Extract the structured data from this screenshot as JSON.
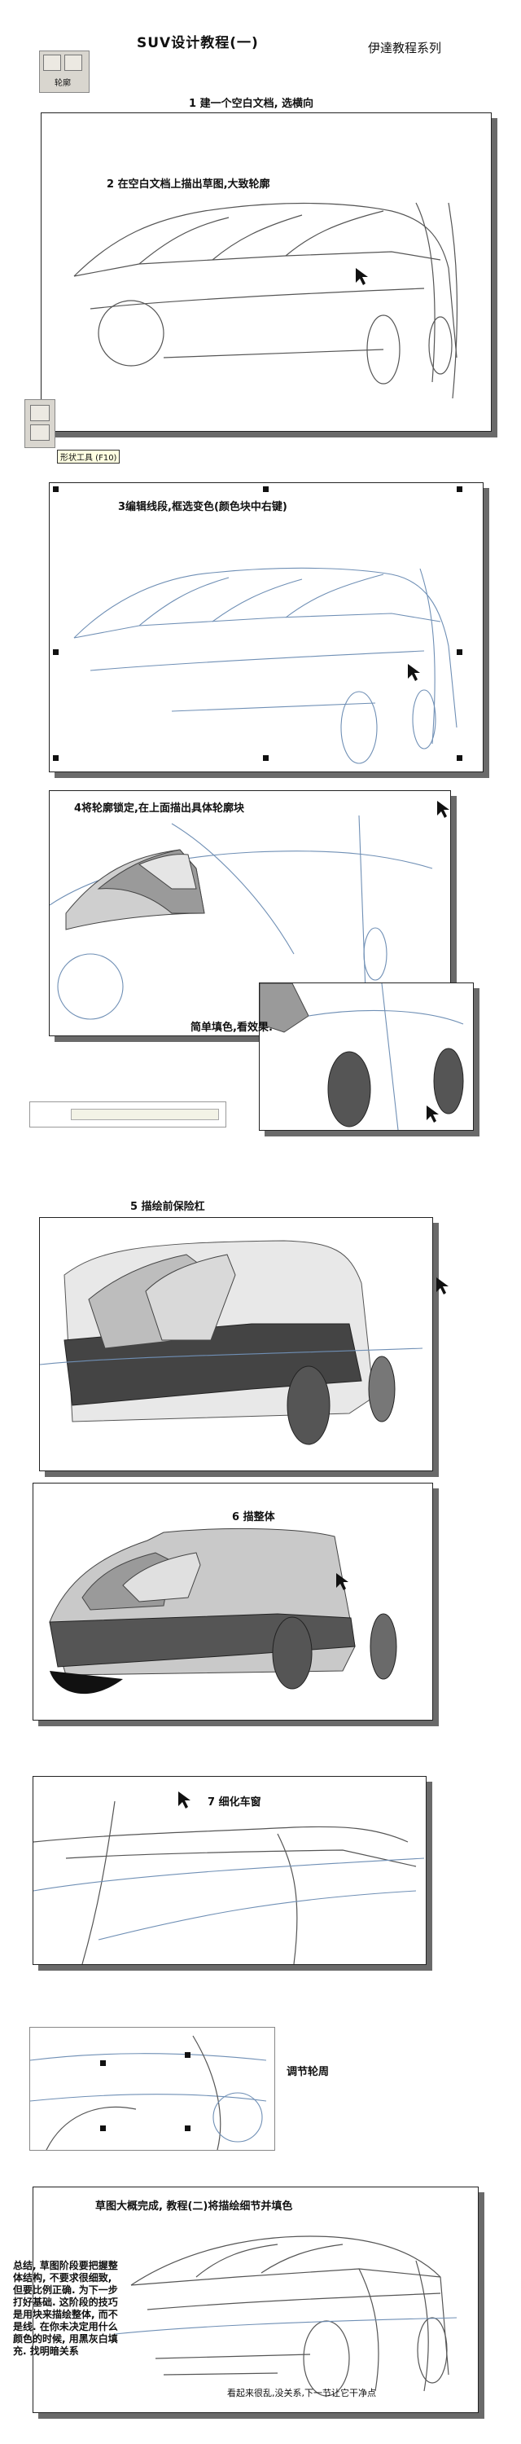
{
  "header": {
    "title": "SUV设计教程(一)",
    "series": "伊達教程系列"
  },
  "toolbar": {
    "label": "轮廓"
  },
  "steps": {
    "s1": "1  建一个空白文档, 选横向",
    "s2": "2  在空白文档上描出草图,大致轮廓",
    "tooltip": "形状工具 (F10)",
    "s3": "3编辑线段,框选变色(颜色块中右键)",
    "s4": "4将轮廓锁定,在上面描出具体轮廓块",
    "s4b": "简单填色,看效果.",
    "s5": "5  描绘前保险杠",
    "s6": "6  描整体",
    "s7": "7  细化车窗",
    "s8": "调节轮周",
    "s9": "草图大概完成, 教程(二)将描绘细节并填色"
  },
  "summary": "总结, 草图阶段要把握整体结构, 不要求很细致, 但要比例正确. 为下一步打好基础. 这阶段的技巧是用块来描绘整体, 而不是线. 在你未决定用什么颜色的时候, 用黑灰白填充. 找明暗关系",
  "footer": "看起来很乱,没关系,下一节让它干净点",
  "colors": {
    "shadow": "#6a6a6a",
    "sketch_line": "#555555",
    "blue_line": "#6f8fb5",
    "fill_dark": "#555555",
    "fill_mid": "#9a9a9a",
    "fill_light": "#cfcfcf"
  }
}
